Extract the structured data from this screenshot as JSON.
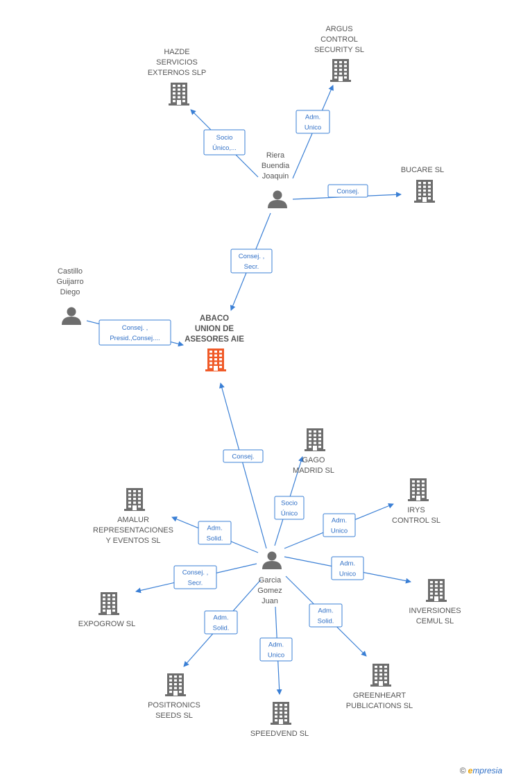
{
  "colors": {
    "edge": "#3a7fd5",
    "edge_label_border": "#3a7fd5",
    "edge_label_text": "#2f6fc6",
    "node_icon": "#6d6d6d",
    "main_node_icon": "#f05a28",
    "label_text": "#555555"
  },
  "nodes": [
    {
      "id": "abaco",
      "type": "company",
      "main": true,
      "lines": [
        "ABACO",
        "UNION DE",
        "ASESORES AIE"
      ],
      "icon": "building-icon"
    },
    {
      "id": "riera",
      "type": "person",
      "lines": [
        "Riera",
        "Buendia",
        "Joaquin"
      ],
      "icon": "person-icon"
    },
    {
      "id": "castillo",
      "type": "person",
      "lines": [
        "Castillo",
        "Guijarro",
        "Diego"
      ],
      "icon": "person-icon"
    },
    {
      "id": "garcia",
      "type": "person",
      "lines": [
        "Garcia",
        "Gomez",
        "Juan"
      ],
      "icon": "person-icon"
    },
    {
      "id": "hazde",
      "type": "company",
      "lines": [
        "HAZDE",
        "SERVICIOS",
        "EXTERNOS SLP"
      ],
      "icon": "building-icon"
    },
    {
      "id": "argus",
      "type": "company",
      "lines": [
        "ARGUS",
        "CONTROL",
        "SECURITY  SL"
      ],
      "icon": "building-icon"
    },
    {
      "id": "bucare",
      "type": "company",
      "lines": [
        "BUCARE SL"
      ],
      "icon": "building-icon"
    },
    {
      "id": "gago",
      "type": "company",
      "lines": [
        "GAGO",
        "MADRID SL"
      ],
      "icon": "building-icon"
    },
    {
      "id": "irys",
      "type": "company",
      "lines": [
        "IRYS",
        "CONTROL SL"
      ],
      "icon": "building-icon"
    },
    {
      "id": "amalur",
      "type": "company",
      "lines": [
        "AMALUR",
        "REPRESENTACIONES",
        "Y EVENTOS SL"
      ],
      "icon": "building-icon"
    },
    {
      "id": "expogrow",
      "type": "company",
      "lines": [
        "EXPOGROW SL"
      ],
      "icon": "building-icon"
    },
    {
      "id": "inversiones",
      "type": "company",
      "lines": [
        "INVERSIONES",
        "CEMUL SL"
      ],
      "icon": "building-icon"
    },
    {
      "id": "positronics",
      "type": "company",
      "lines": [
        "POSITRONICS",
        "SEEDS SL"
      ],
      "icon": "building-icon"
    },
    {
      "id": "speedvend",
      "type": "company",
      "lines": [
        "SPEEDVEND SL"
      ],
      "icon": "building-icon"
    },
    {
      "id": "greenheart",
      "type": "company",
      "lines": [
        "GREENHEART",
        "PUBLICATIONS SL"
      ],
      "icon": "building-icon"
    }
  ],
  "edges": [
    {
      "from": "riera",
      "to": "hazde",
      "label": [
        "Socio",
        "Único,..."
      ]
    },
    {
      "from": "riera",
      "to": "argus",
      "label": [
        "Adm.",
        "Unico"
      ]
    },
    {
      "from": "riera",
      "to": "bucare",
      "label": [
        "Consej."
      ]
    },
    {
      "from": "riera",
      "to": "abaco",
      "label": [
        "Consej. ,",
        "Secr."
      ]
    },
    {
      "from": "castillo",
      "to": "abaco",
      "label": [
        "Consej. ,",
        "Presid.,Consej...."
      ]
    },
    {
      "from": "garcia",
      "to": "abaco",
      "label": [
        "Consej."
      ]
    },
    {
      "from": "garcia",
      "to": "gago",
      "label": [
        "Socio",
        "Único"
      ]
    },
    {
      "from": "garcia",
      "to": "irys",
      "label": [
        "Adm.",
        "Unico"
      ]
    },
    {
      "from": "garcia",
      "to": "amalur",
      "label": [
        "Adm.",
        "Solid."
      ]
    },
    {
      "from": "garcia",
      "to": "inversiones",
      "label": [
        "Adm.",
        "Unico"
      ]
    },
    {
      "from": "garcia",
      "to": "expogrow",
      "label": [
        "Consej. ,",
        "Secr."
      ]
    },
    {
      "from": "garcia",
      "to": "positronics",
      "label": [
        "Adm.",
        "Solid."
      ]
    },
    {
      "from": "garcia",
      "to": "speedvend",
      "label": [
        "Adm.",
        "Unico"
      ]
    },
    {
      "from": "garcia",
      "to": "greenheart",
      "label": [
        "Adm.",
        "Solid."
      ]
    }
  ],
  "footer": {
    "copyright_symbol": "©",
    "brand_initial": "e",
    "brand_rest": "mpresia"
  }
}
